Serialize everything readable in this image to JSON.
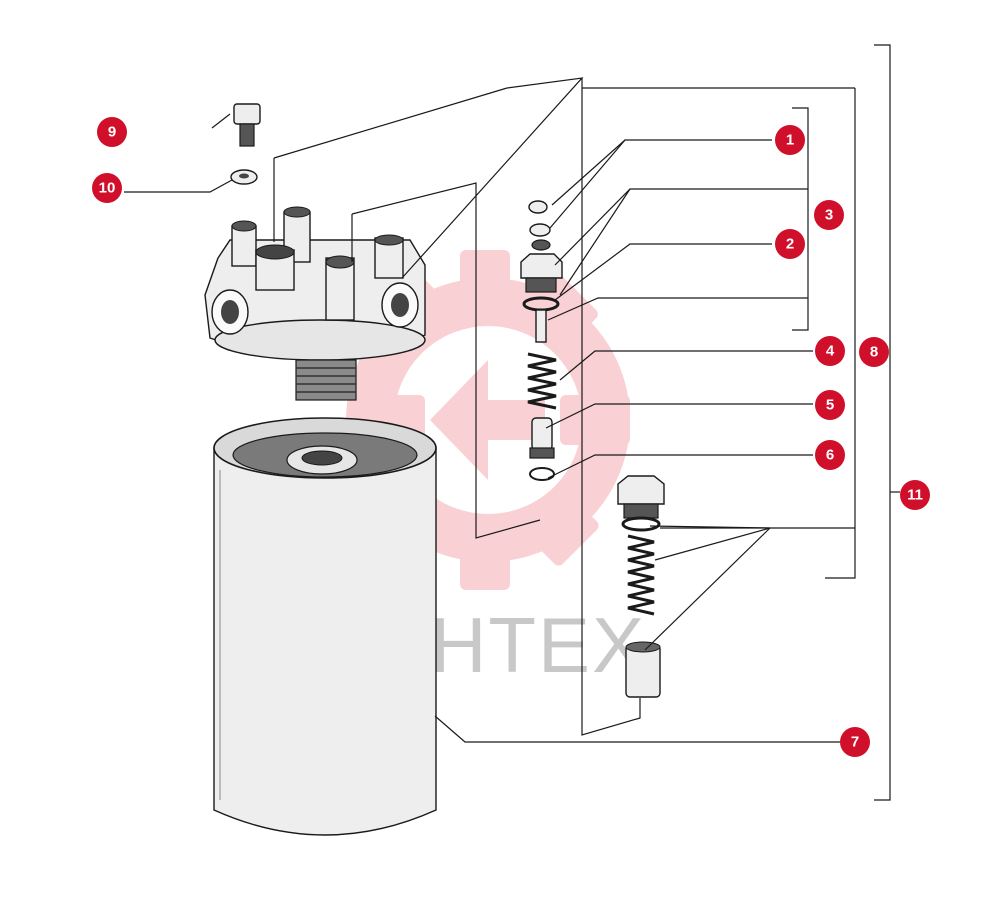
{
  "watermark": {
    "text": "ИНТЕХ",
    "color": "#f5c3c6"
  },
  "callout_color": "#d0102a",
  "callouts": [
    {
      "id": "1",
      "label": "1"
    },
    {
      "id": "2",
      "label": "2"
    },
    {
      "id": "3",
      "label": "3"
    },
    {
      "id": "4",
      "label": "4"
    },
    {
      "id": "5",
      "label": "5"
    },
    {
      "id": "6",
      "label": "6"
    },
    {
      "id": "7",
      "label": "7"
    },
    {
      "id": "8",
      "label": "8"
    },
    {
      "id": "9",
      "label": "9"
    },
    {
      "id": "10",
      "label": "10"
    },
    {
      "id": "11",
      "label": "11"
    }
  ]
}
